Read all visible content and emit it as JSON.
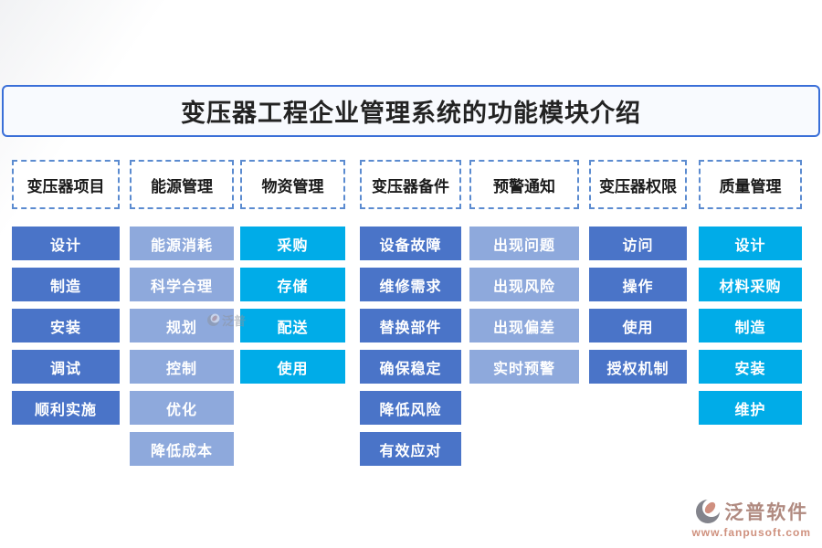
{
  "page": {
    "title": "变压器工程企业管理系统的功能模块介绍"
  },
  "theme": {
    "title_border": "#3a6fd8",
    "header_border": "#5b8bd0",
    "node_blue": "#4a74c8",
    "node_light_blue": "#8ea9dc",
    "node_cyan": "#00ace8"
  },
  "columns": [
    {
      "header": "变压器项目",
      "color": "#4a74c8",
      "items": [
        "设计",
        "制造",
        "安装",
        "调试",
        "顺利实施"
      ]
    },
    {
      "header": "能源管理",
      "color": "#8ea9dc",
      "items": [
        "能源消耗",
        "科学合理",
        "规划",
        "控制",
        "优化",
        "降低成本"
      ]
    },
    {
      "header": "物资管理",
      "color": "#00ace8",
      "items": [
        "采购",
        "存储",
        "配送",
        "使用"
      ]
    },
    {
      "header": "变压器备件",
      "color": "#4a74c8",
      "items": [
        "设备故障",
        "维修需求",
        "替换部件",
        "确保稳定",
        "降低风险",
        "有效应对"
      ]
    },
    {
      "header": "预警通知",
      "color": "#8ea9dc",
      "items": [
        "出现问题",
        "出现风险",
        "出现偏差",
        "实时预警"
      ]
    },
    {
      "header": "变压器权限",
      "color": "#4a74c8",
      "items": [
        "访问",
        "操作",
        "使用",
        "授权机制"
      ]
    },
    {
      "header": "质量管理",
      "color": "#00ace8",
      "items": [
        "设计",
        "材料采购",
        "制造",
        "安装",
        "维护"
      ]
    }
  ],
  "branding": {
    "watermark_text": "泛普",
    "logo_text": "泛普软件",
    "logo_url": "www.fanpusoft.com",
    "logo_color": "#b08a80"
  }
}
